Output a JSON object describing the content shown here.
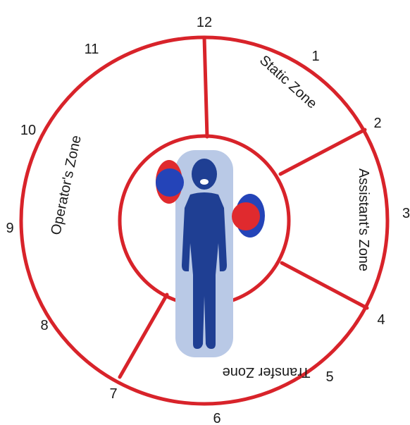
{
  "clock_numbers": [
    "12",
    "1",
    "2",
    "3",
    "4",
    "5",
    "6",
    "7",
    "8",
    "9",
    "10",
    "11"
  ],
  "zones": {
    "static": "Static Zone",
    "assistant": "Assistant's Zone",
    "transfer": "Transfer Zone",
    "operator": "Operator's Zone"
  },
  "colors": {
    "ring": "#d8232a",
    "figure_dark": "#1f3f93",
    "figure_light": "#b9c9e6",
    "red_blob": "#e02a2e",
    "blue_blob": "#2444b8"
  }
}
